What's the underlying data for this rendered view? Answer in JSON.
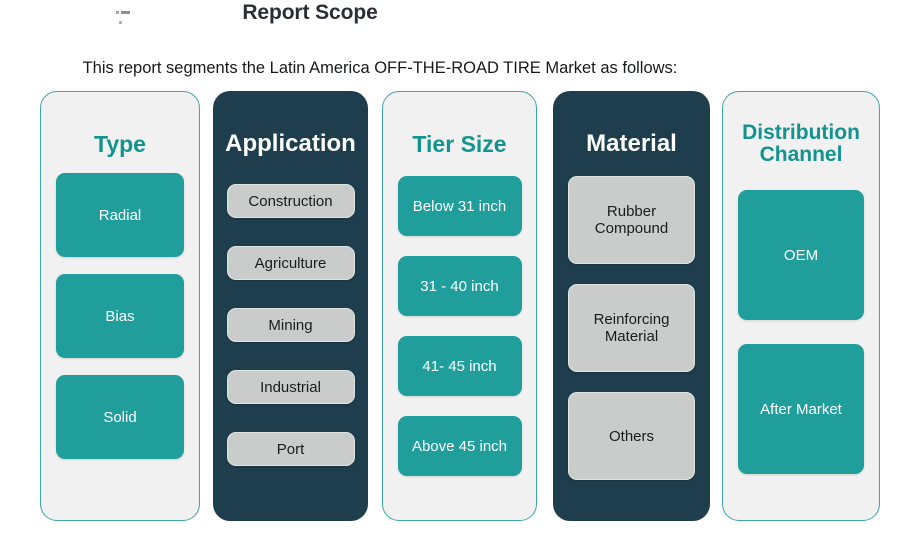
{
  "header": {
    "title": "Report Scope",
    "subtitle": "This report segments the Latin America OFF-THE-ROAD TIRE Market as follows:",
    "logo_icon": "partial-logo-mark"
  },
  "colors": {
    "teal": "#1f9e9c",
    "teal_text": "#12938f",
    "dark_navy": "#1e3e4e",
    "light_card": "#f1f1f1",
    "grey_pill": "#c9ccca",
    "title_text": "#2b2e34"
  },
  "columns": [
    {
      "id": "type",
      "title": "Type",
      "theme": "light",
      "pill_style": "teal",
      "items": [
        "Radial",
        "Bias",
        "Solid"
      ]
    },
    {
      "id": "application",
      "title": "Application",
      "theme": "dark",
      "pill_style": "grey",
      "items": [
        "Construction",
        "Agriculture",
        "Mining",
        "Industrial",
        "Port"
      ]
    },
    {
      "id": "tier",
      "title": "Tier Size",
      "theme": "light",
      "pill_style": "teal",
      "items": [
        "Below 31 inch",
        "31 - 40 inch",
        "41- 45 inch",
        "Above 45 inch"
      ]
    },
    {
      "id": "material",
      "title": "Material",
      "theme": "dark",
      "pill_style": "grey",
      "items": [
        "Rubber Compound",
        "Reinforcing Material",
        "Others"
      ]
    },
    {
      "id": "distribution",
      "title": "Distribution Channel",
      "theme": "light",
      "pill_style": "teal",
      "items": [
        "OEM",
        "After Market"
      ]
    }
  ]
}
